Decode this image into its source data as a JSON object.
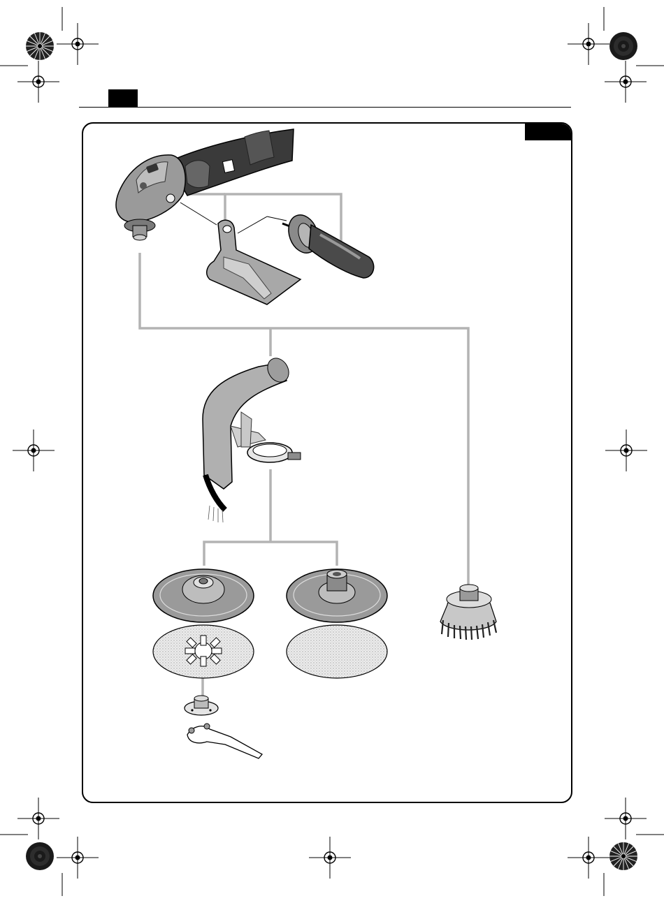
{
  "page": {
    "header_tab_color": "#000000",
    "frame_corner_tab_color": "#000000",
    "connector_color": "#b3b3b3"
  },
  "figure": {
    "items": [
      {
        "id": "angle-polisher",
        "icon": "angle-polisher-icon"
      },
      {
        "id": "hand-guard",
        "icon": "hand-guard-icon"
      },
      {
        "id": "auxiliary-handle",
        "icon": "side-handle-icon"
      },
      {
        "id": "extraction-hood",
        "icon": "dust-hood-icon"
      },
      {
        "id": "backing-pad-clamp-nut",
        "icon": "backing-pad-icon"
      },
      {
        "id": "backing-pad-threaded",
        "icon": "backing-pad-icon"
      },
      {
        "id": "abrasive-disc-holed",
        "icon": "sanding-disc-icon"
      },
      {
        "id": "abrasive-disc-plain",
        "icon": "sanding-disc-icon"
      },
      {
        "id": "cup-wire-brush",
        "icon": "wire-cup-brush-icon"
      },
      {
        "id": "flange-nut-and-spanner",
        "icon": "spanner-icon"
      }
    ]
  }
}
